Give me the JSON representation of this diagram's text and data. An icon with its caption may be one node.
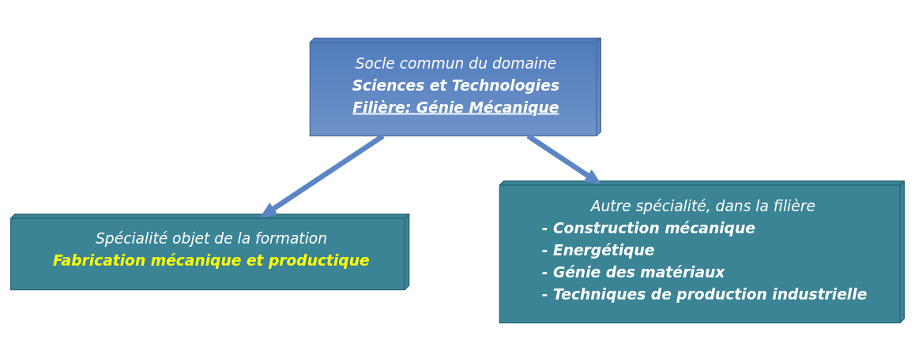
{
  "diagram": {
    "nodes": [
      {
        "text": [
          "Socle commun du domaine",
          "Sciences et Technologies",
          "Filière: Génie Mécanique"
        ]
      },
      {
        "text": [
          "Spécialité objet de la formation",
          "Fabrication mécanique et productique"
        ]
      },
      {
        "text": [
          "Autre spécialité, dans la filière",
          "- Construction mécanique",
          "- Energétique",
          "- Génie des matériaux",
          "- Techniques de production industrielle"
        ]
      }
    ],
    "edges": [
      {
        "from": 0,
        "to": 1,
        "arrow": "to"
      },
      {
        "from": 0,
        "to": 2,
        "arrow": "to"
      }
    ]
  }
}
